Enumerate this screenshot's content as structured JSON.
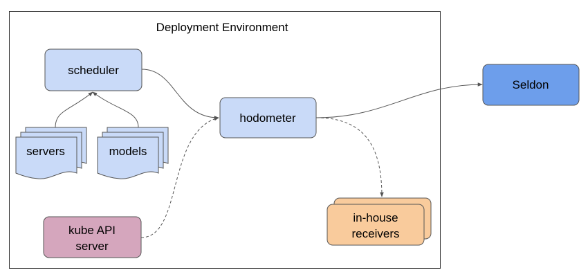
{
  "diagram": {
    "title": "Deployment Environment",
    "nodes": {
      "scheduler": "scheduler",
      "hodometer": "hodometer",
      "seldon": "Seldon",
      "servers": "servers",
      "models": "models",
      "kube_line1": "kube API",
      "kube_line2": "server",
      "receivers_line1": "in-house",
      "receivers_line2": "receivers"
    },
    "colors": {
      "light_blue": "#c9daf8",
      "blue": "#6d9eeb",
      "pink": "#d5a6bd",
      "orange": "#f9cb9c",
      "border": "#555555",
      "connector": "#555555"
    }
  }
}
